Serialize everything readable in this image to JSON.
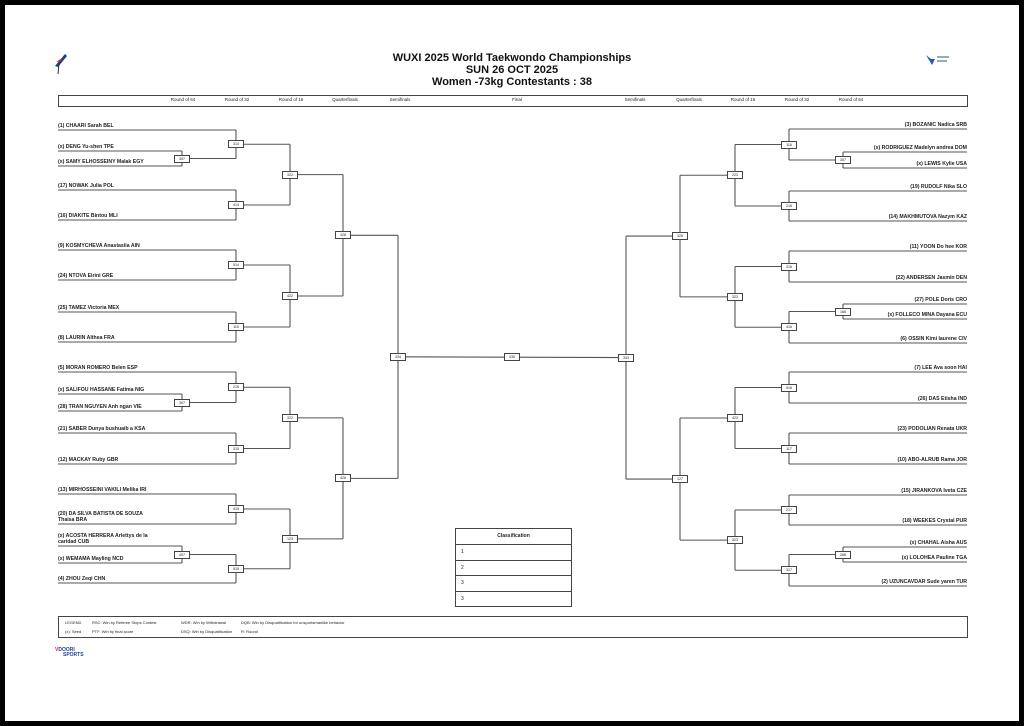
{
  "header": {
    "title": "WUXI 2025 World Taekwondo Championships",
    "date": "SUN 26 OCT 2025",
    "category": "Women -73kg Contestants : 38",
    "logo_left": "WORLD TAEKWONDO",
    "logo_right": "WUXI 2025"
  },
  "rounds": [
    "Round of 64",
    "Round of 32",
    "Round of 16",
    "Quarterfinals",
    "Semifinals",
    "Final",
    "Semifinals",
    "Quarterfinals",
    "Round of 16",
    "Round of 32",
    "Round of 64"
  ],
  "left": {
    "players": [
      [
        "(1) CHAARI Sarah BEL"
      ],
      [
        "(x) DENG Yu-shen TPE"
      ],
      [
        "(x) SAMY ELHOSSEINY Malak EGY"
      ],
      [
        "(17) NOWAK Julia POL"
      ],
      [
        "(16) DIAKITE Bintou MLI"
      ],
      [
        "(9) KOSMYCHEVA Anastasiia AIN"
      ],
      [
        "(24) NTOVA Eirini GRE"
      ],
      [
        "(25) TAMEZ Victoria MEX"
      ],
      [
        "(8) LAURIN Althea FRA"
      ],
      [
        "(5) MORAN ROMERO Belen ESP"
      ],
      [
        "(x) SALIFOU HASSANE Fatima NIG"
      ],
      [
        "(28) TRAN NGUYEN Anh ngan VIE"
      ],
      [
        "(21) SABER Dunya bushuaib a KSA"
      ],
      [
        "(12) MACKAY Ruby GBR"
      ],
      [
        "(13) MIRHOSSEINI VAKILI Melika IRI"
      ],
      [
        "(20) DA SILVA BATISTA DE SOUZA",
        "Thaisa BRA"
      ],
      [
        "(x) ACOSTA HERRERA Arlettys de la",
        "caridad CUB"
      ],
      [
        "(x) WEMAMA Mayling NCD"
      ],
      [
        "(4) ZHOU Zeqi CHN"
      ]
    ],
    "matches": [
      "314",
      "307",
      "322",
      "414",
      "328",
      "514",
      "422",
      "115",
      "215",
      "307",
      "322",
      "315",
      "426",
      "415",
      "123",
      "407",
      "515"
    ]
  },
  "right": {
    "players": [
      [
        "(3) BOZANIC Nadica SRB"
      ],
      [
        "(x) RODRIGUEZ Madelyn andrea DOM"
      ],
      [
        "(x) LEWIS Kylie USA"
      ],
      [
        "(19) RUDOLF Nika SLO"
      ],
      [
        "(14) MAKHMUTOVA Nazym KAZ"
      ],
      [
        "(11) YOON Do hee KOR"
      ],
      [
        "(22) ANDERSEN Jasmin DEN"
      ],
      [
        "(27) POLE Doris CRO"
      ],
      [
        "(x) FOLLECO MINA Dayana ECU"
      ],
      [
        "(6) OSSIN Kimi laurene CIV"
      ],
      [
        "(7) LEE Ava soon HAI"
      ],
      [
        "(26) DAS Etisha IND"
      ],
      [
        "(23) PODOLIAN Renata UKR"
      ],
      [
        "(10) ABO-ALRUB Rama JOR"
      ],
      [
        "(15) JIRANKOVA Iveta CZE"
      ],
      [
        "(18) WEEKES Crystal PUR"
      ],
      [
        "(x) CHAHAL Aisha AUS"
      ],
      [
        "(x) LOLOHEA Pauline TGA"
      ],
      [
        "(2) UZUNCAVDAR Sude yaren TUR"
      ]
    ],
    "matches": [
      "116",
      "307",
      "223",
      "216",
      "328",
      "316",
      "323",
      "166",
      "416",
      "516",
      "423",
      "117",
      "127",
      "217",
      "323",
      "266",
      "317"
    ]
  },
  "center": {
    "left_semifinal": "334",
    "final": "335",
    "right_semifinal": "333"
  },
  "classification": {
    "title": "Classification",
    "rows": [
      "1",
      "2",
      "3",
      "3"
    ]
  },
  "legend": {
    "label": "LEGEND",
    "seed": "(x): Seed",
    "items": [
      "RSC: Win by Referee Stops Contest",
      "PTF: Win by final score",
      "WDR: Win by Withdrawal",
      "DSQ: Win by Disqualification",
      "DQB: Win by Disqualification for unsportsmanlike behavior",
      "R: Round"
    ]
  },
  "footer": {
    "logo": "DOORI SPORTS"
  }
}
